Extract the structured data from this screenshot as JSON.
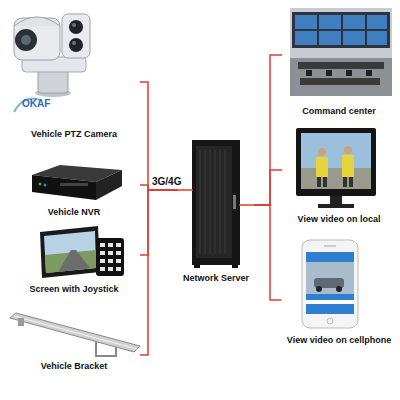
{
  "diagram": {
    "nodes": [
      {
        "text": [
          "Vehicle PTZ Camera"
        ]
      },
      {
        "text": [
          "Vehicle NVR"
        ]
      },
      {
        "text": [
          "Screen with Joystick"
        ]
      },
      {
        "text": [
          "Vehicle Bracket"
        ]
      },
      {
        "text": [
          "Network Server"
        ]
      },
      {
        "text": [
          "Command center"
        ]
      },
      {
        "text": [
          "View video on local"
        ]
      },
      {
        "text": [
          "View video on cellphone"
        ]
      }
    ],
    "edges": [
      {
        "from": 0,
        "to": 4,
        "arrow": "none"
      },
      {
        "from": 1,
        "to": 4,
        "arrow": "none"
      },
      {
        "from": 2,
        "to": 4,
        "arrow": "none"
      },
      {
        "from": 3,
        "to": 4,
        "arrow": "none"
      },
      {
        "from": 4,
        "to": 5,
        "arrow": "none"
      },
      {
        "from": 4,
        "to": 6,
        "arrow": "none"
      },
      {
        "from": 4,
        "to": 7,
        "arrow": "none"
      }
    ],
    "labels": [
      "3G/4G",
      "OKAF"
    ]
  }
}
